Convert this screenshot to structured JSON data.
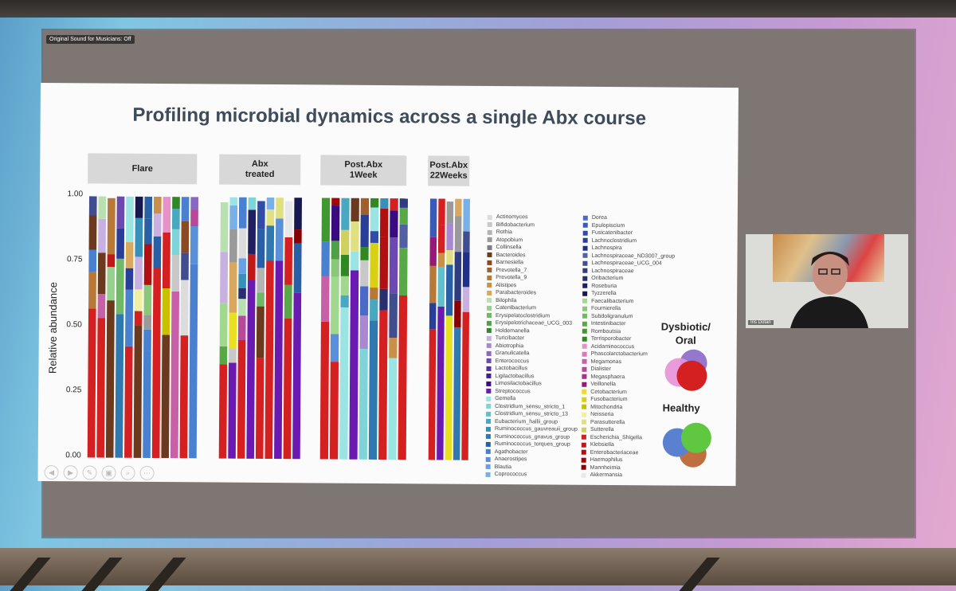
{
  "meeting": {
    "sound_status": "Original Sound for Musicians: Off",
    "participant_name": "Iris Dotan"
  },
  "slide": {
    "title": "Profiling microbial dynamics across a single Abx course",
    "side_labels": {
      "dysbiotic": "Dysbiotic/\nOral",
      "healthy": "Healthy"
    }
  },
  "chart_data": {
    "type": "bar",
    "stacked": true,
    "ylabel": "Relative abundance",
    "yticks": [
      "0.00",
      "0.25",
      "0.50",
      "0.75",
      "1.00"
    ],
    "ylim": [
      0,
      1
    ],
    "facets": [
      {
        "label": "Flare",
        "n_samples": 12
      },
      {
        "label": "Abx\ntreated",
        "n_samples": 9
      },
      {
        "label": "Post.Abx\n1Week",
        "n_samples": 9
      },
      {
        "label": "Post.Abx\n22Weeks",
        "n_samples": 5
      }
    ],
    "legend": [
      {
        "name": "Actinomyces",
        "color": "#dcdcdc"
      },
      {
        "name": "Bifidobacterium",
        "color": "#c8c8c8"
      },
      {
        "name": "Rothia",
        "color": "#b4b4b4"
      },
      {
        "name": "Atopobium",
        "color": "#9a9a9a"
      },
      {
        "name": "Collinsella",
        "color": "#7e7e7e"
      },
      {
        "name": "Bacteroides",
        "color": "#6b3a1e"
      },
      {
        "name": "Barnesiella",
        "color": "#8a4a24"
      },
      {
        "name": "Prevotella_7",
        "color": "#a0602e"
      },
      {
        "name": "Prevotella_9",
        "color": "#b87838"
      },
      {
        "name": "Alistipes",
        "color": "#c89048"
      },
      {
        "name": "Parabacteroides",
        "color": "#d8a860"
      },
      {
        "name": "Bilophila",
        "color": "#b8e0b0"
      },
      {
        "name": "Catenibacterium",
        "color": "#98d090"
      },
      {
        "name": "Erysipelatoclostridium",
        "color": "#70b868"
      },
      {
        "name": "Erysipelotrichaceae_UCG_003",
        "color": "#50a048"
      },
      {
        "name": "Holdemanella",
        "color": "#308830"
      },
      {
        "name": "Turicibacter",
        "color": "#c8b0e0"
      },
      {
        "name": "Abiotrophia",
        "color": "#a888d0"
      },
      {
        "name": "Granulicatella",
        "color": "#8868c0"
      },
      {
        "name": "Enterococcus",
        "color": "#6c48b0"
      },
      {
        "name": "Lactobacillus",
        "color": "#5a2aa0"
      },
      {
        "name": "Ligilactobacillus",
        "color": "#4a1a90"
      },
      {
        "name": "Limosilactobacillus",
        "color": "#3a0a80"
      },
      {
        "name": "Streptococcus",
        "color": "#6a1ab0"
      },
      {
        "name": "Gemella",
        "color": "#9be4e4"
      },
      {
        "name": "Clostridium_sensu_stricto_1",
        "color": "#80d4d8"
      },
      {
        "name": "Clostridium_sensu_stricto_13",
        "color": "#60c0cc"
      },
      {
        "name": "Eubacterium_hallii_group",
        "color": "#48a8c0"
      },
      {
        "name": "Ruminococcus_gauvreauii_group",
        "color": "#3890b8"
      },
      {
        "name": "Ruminococcus_gnavus_group",
        "color": "#3078b0"
      },
      {
        "name": "Ruminococcus_torques_group",
        "color": "#2860a8"
      },
      {
        "name": "Agathobacter",
        "color": "#4a80d0"
      },
      {
        "name": "Anaerostipes",
        "color": "#5a90d8"
      },
      {
        "name": "Blautia",
        "color": "#6aa0e0"
      },
      {
        "name": "Coprococcus",
        "color": "#7ab0e8"
      },
      {
        "name": "Dorea",
        "color": "#4a6ac8"
      },
      {
        "name": "Epulopiscium",
        "color": "#3a5ab8"
      },
      {
        "name": "Fusicatenibacter",
        "color": "#304ca8"
      },
      {
        "name": "Lachnoclostridium",
        "color": "#283e98"
      },
      {
        "name": "Lachnospira",
        "color": "#203088"
      },
      {
        "name": "Lachnospiraceae_ND3007_group",
        "color": "#5060a0"
      },
      {
        "name": "Lachnospiraceae_UCG_004",
        "color": "#404e90"
      },
      {
        "name": "Lachnospiraceae",
        "color": "#303c80"
      },
      {
        "name": "Oribacterium",
        "color": "#282e70"
      },
      {
        "name": "Roseburia",
        "color": "#202060"
      },
      {
        "name": "Tyzzerella",
        "color": "#181850"
      },
      {
        "name": "Faecalibacterium",
        "color": "#a0d890"
      },
      {
        "name": "Fournierella",
        "color": "#88c878"
      },
      {
        "name": "Subdoligranulum",
        "color": "#70b860"
      },
      {
        "name": "Intestinibacter",
        "color": "#58a848"
      },
      {
        "name": "Romboutsia",
        "color": "#409830"
      },
      {
        "name": "Terrisporobacter",
        "color": "#308820"
      },
      {
        "name": "Acidaminococcus",
        "color": "#e890c8"
      },
      {
        "name": "Phascolarctobacterium",
        "color": "#d878b8"
      },
      {
        "name": "Megamonas",
        "color": "#c860a8"
      },
      {
        "name": "Dialister",
        "color": "#b84898"
      },
      {
        "name": "Megasphaera",
        "color": "#a83088"
      },
      {
        "name": "Veillonella",
        "color": "#981878"
      },
      {
        "name": "Cetobacterium",
        "color": "#e8e020"
      },
      {
        "name": "Fusobacterium",
        "color": "#d8d010"
      },
      {
        "name": "Mitochondria",
        "color": "#c8c000"
      },
      {
        "name": "Neisseria",
        "color": "#f0f0a0"
      },
      {
        "name": "Parasutterella",
        "color": "#e0e080"
      },
      {
        "name": "Sutterella",
        "color": "#d0d060"
      },
      {
        "name": "Escherichia_Shigella",
        "color": "#d42020"
      },
      {
        "name": "Klebsiella",
        "color": "#c01818"
      },
      {
        "name": "Enterobacteriaceae",
        "color": "#b01010"
      },
      {
        "name": "Haemophilus",
        "color": "#a00808"
      },
      {
        "name": "Mannheimia",
        "color": "#880000"
      },
      {
        "name": "Akkermansia",
        "color": "#e8e8e8"
      }
    ]
  },
  "colors": {
    "dysbiotic_circles": [
      "#8a68c8",
      "#e890d8",
      "#d42020"
    ],
    "healthy_circles": [
      "#5a80d0",
      "#60c840",
      "#c07040"
    ]
  }
}
